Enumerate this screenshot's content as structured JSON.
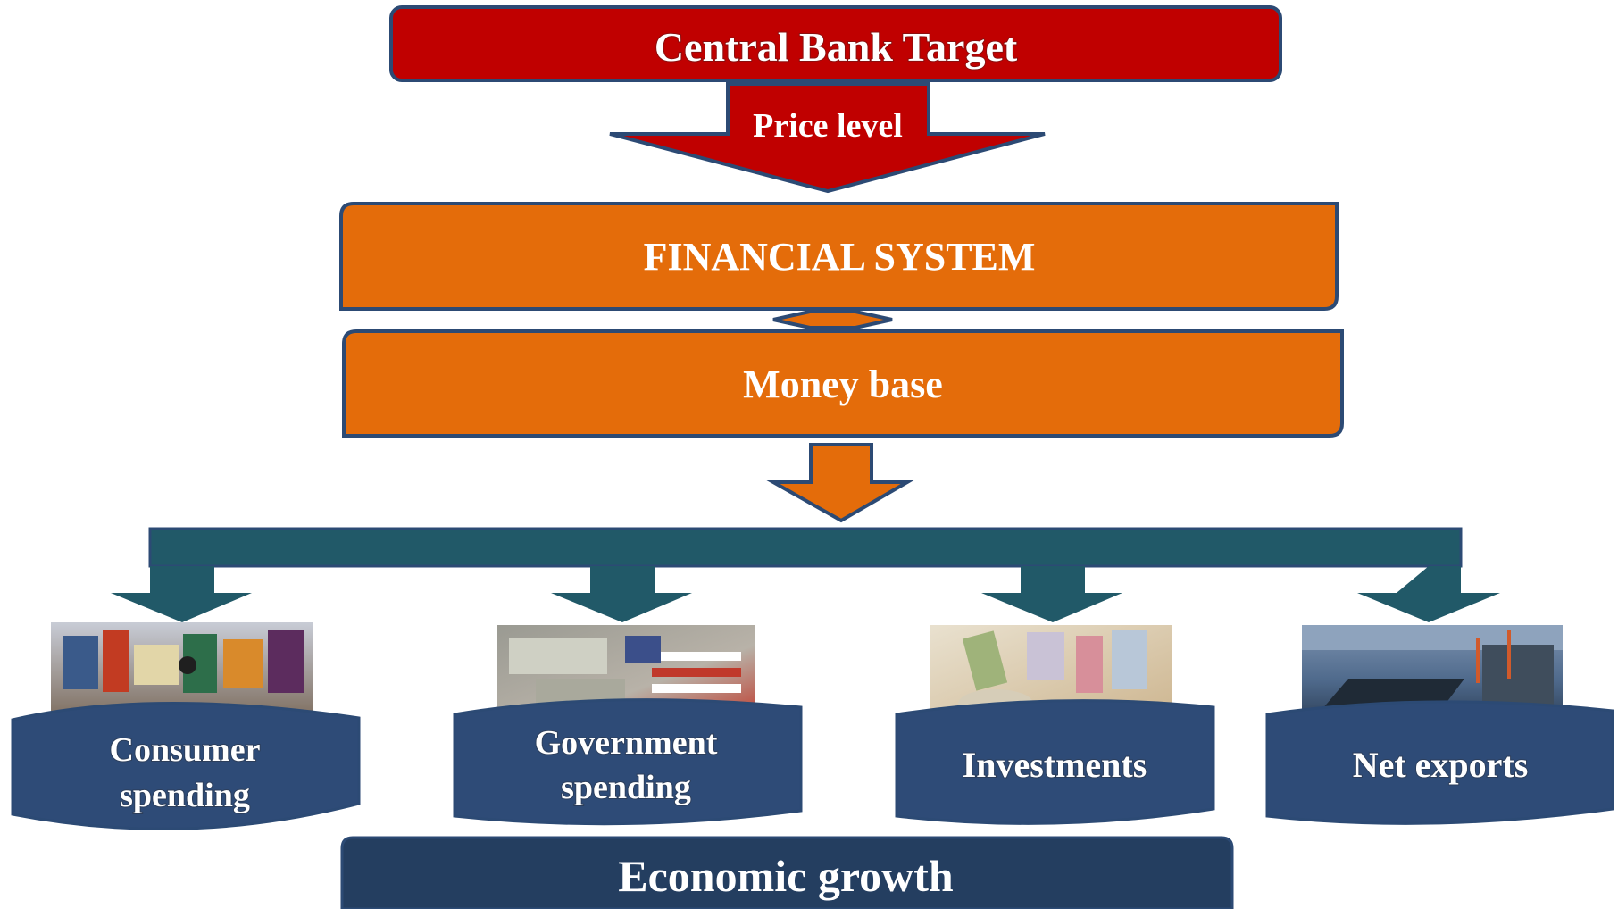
{
  "diagram": {
    "target": {
      "label": "Central Bank Target"
    },
    "price_arrow": {
      "label": "Price level"
    },
    "financial_system": {
      "label": "FINANCIAL SYSTEM"
    },
    "money_base": {
      "label": "Money base"
    },
    "components": [
      {
        "line1": "Consumer",
        "line2": "spending",
        "picture": "consumer-goods"
      },
      {
        "line1": "Government",
        "line2": "spending",
        "picture": "money-and-flag"
      },
      {
        "line1": "Investments",
        "line2": "",
        "picture": "currency-notes"
      },
      {
        "line1": "Net exports",
        "line2": "",
        "picture": "cargo-port"
      }
    ],
    "result": {
      "label": "Economic growth"
    }
  },
  "colors": {
    "target_red": "#C00000",
    "border_navy": "#2C4A74",
    "orange": "#E46C0A",
    "teal": "#215968",
    "banner_blue": "#2E4B77",
    "result_navy": "#243E60"
  }
}
